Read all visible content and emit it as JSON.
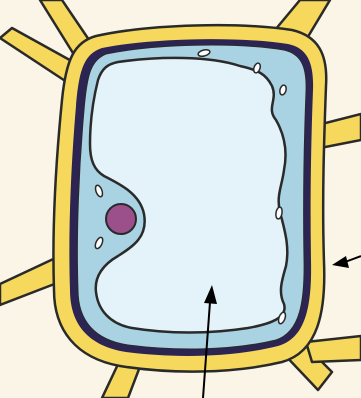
{
  "diagram": {
    "subject": "plant-cell",
    "colors": {
      "background": "#fbf5e8",
      "cell_wall": "#f6d95c",
      "outline": "#2a2a2a",
      "cytoplasm": "#a9d3e3",
      "vacuole": "#e4f3f9",
      "nucleus": "#9b4f8b",
      "membrane": "#2c2452",
      "arrow": "#000000"
    },
    "parts": [
      {
        "id": "cell-wall",
        "label": ""
      },
      {
        "id": "cell-membrane",
        "label": ""
      },
      {
        "id": "cytoplasm",
        "label": ""
      },
      {
        "id": "vacuole",
        "label": ""
      },
      {
        "id": "nucleus",
        "label": ""
      },
      {
        "id": "plastids",
        "label": ""
      }
    ],
    "pointers": [
      {
        "id": "arrow-to-vacuole",
        "target": "vacuole"
      },
      {
        "id": "arrow-right-edge",
        "target": "cell-wall"
      }
    ]
  }
}
